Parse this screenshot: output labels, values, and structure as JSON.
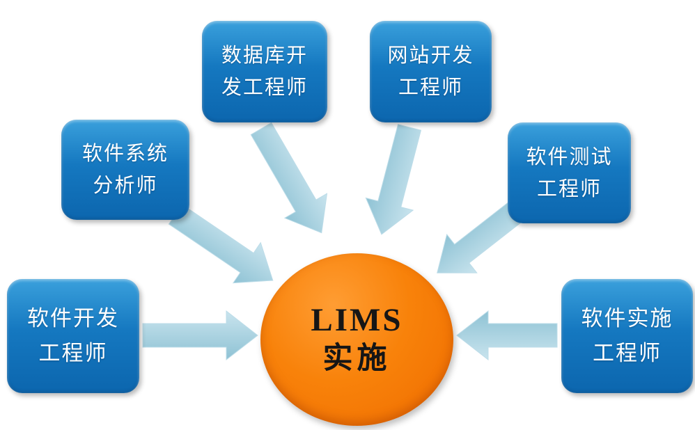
{
  "diagram": {
    "title": "LIMS implementation roles diagram",
    "center": {
      "line1": "LIMS",
      "line2": "实施"
    },
    "nodes": [
      {
        "id": "database-developer",
        "label_line1": "数据库开",
        "label_line2": "发工程师"
      },
      {
        "id": "website-developer",
        "label_line1": "网站开发",
        "label_line2": "工程师"
      },
      {
        "id": "software-system-analyst",
        "label_line1": "软件系统",
        "label_line2": "分析师"
      },
      {
        "id": "software-test-engineer",
        "label_line1": "软件测试",
        "label_line2": "工程师"
      },
      {
        "id": "software-dev-engineer",
        "label_line1": "软件开发",
        "label_line2": "工程师"
      },
      {
        "id": "software-impl-engineer",
        "label_line1": "软件实施",
        "label_line2": "工程师"
      }
    ],
    "colors": {
      "node_blue": "#0f6cb4",
      "center_orange": "#f57d00",
      "arrow_blue": "#a9d2e0",
      "text_white": "#ffffff",
      "center_text": "#161616"
    }
  }
}
